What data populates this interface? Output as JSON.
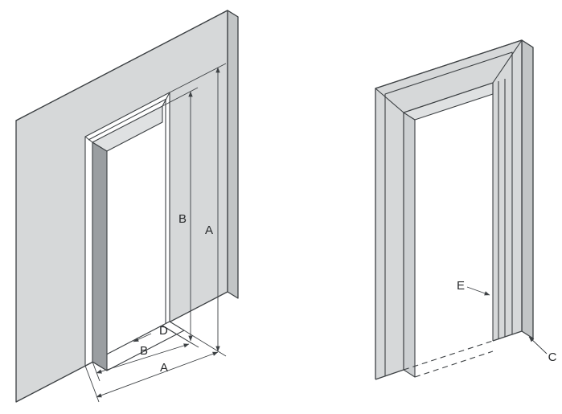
{
  "diagram": {
    "colors": {
      "background": "#ffffff",
      "line": "#3c4043",
      "wall_front": "#d6d8d9",
      "wall_top": "#e8eaeb",
      "wall_side": "#c2c5c6",
      "opening": "#ffffff",
      "reveal_dark": "#9a9ea1",
      "reveal_light": "#dfe1e2",
      "reveal_mid": "#cdd0d2",
      "frame_front": "#d6d8d9",
      "frame_top": "#e8eaeb",
      "frame_side": "#c2c5c6"
    },
    "left_view": {
      "labels": {
        "height_inner": "B",
        "height_overall": "A",
        "width_inner": "B",
        "width_overall": "A",
        "frame_depth": "D"
      }
    },
    "right_view": {
      "labels": {
        "frame_edge": "E",
        "casing_edge": "C"
      }
    }
  }
}
